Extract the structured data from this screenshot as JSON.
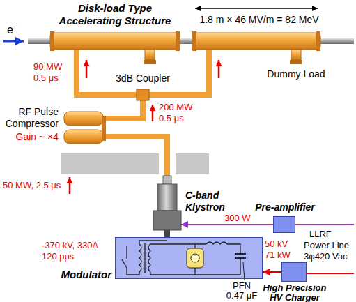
{
  "diagram": {
    "nodes": [
      {
        "text": [
          "Disk-load Type Accelerating Structure"
        ]
      },
      {
        "text": [
          "Dummy Load"
        ]
      },
      {
        "text": [
          "3dB Coupler"
        ]
      },
      {
        "text": [
          "RF Pulse Compressor",
          "Gain ~ ×4"
        ]
      },
      {
        "text": [
          "C-band Klystron"
        ]
      },
      {
        "text": [
          "Pre-amplifier"
        ]
      },
      {
        "text": [
          "Modulator"
        ]
      },
      {
        "text": [
          "High Precision HV Charger"
        ]
      }
    ],
    "edges": [
      {
        "from": 2,
        "to": 0,
        "arrow": "none"
      },
      {
        "from": 3,
        "to": 2,
        "arrow": "none"
      },
      {
        "from": 4,
        "to": 3,
        "arrow": "none"
      },
      {
        "from": 5,
        "to": 4,
        "arrow": "to"
      },
      {
        "from": 6,
        "to": 4,
        "arrow": "none"
      },
      {
        "from": 7,
        "to": 6,
        "arrow": "to"
      }
    ],
    "labels": [
      "1.8 m × 46 MV/m = 82 MeV",
      "e⁻",
      "90 MW 0.5 μs",
      "200 MW 0.5 μs",
      "50 MW, 2.5 μs",
      "300 W",
      "LLRF",
      "-370 kV, 330A 120 pps",
      "50 kV 71 kW",
      "Power Line 3φ420 Vac",
      "PFN 0.47 μF"
    ]
  }
}
